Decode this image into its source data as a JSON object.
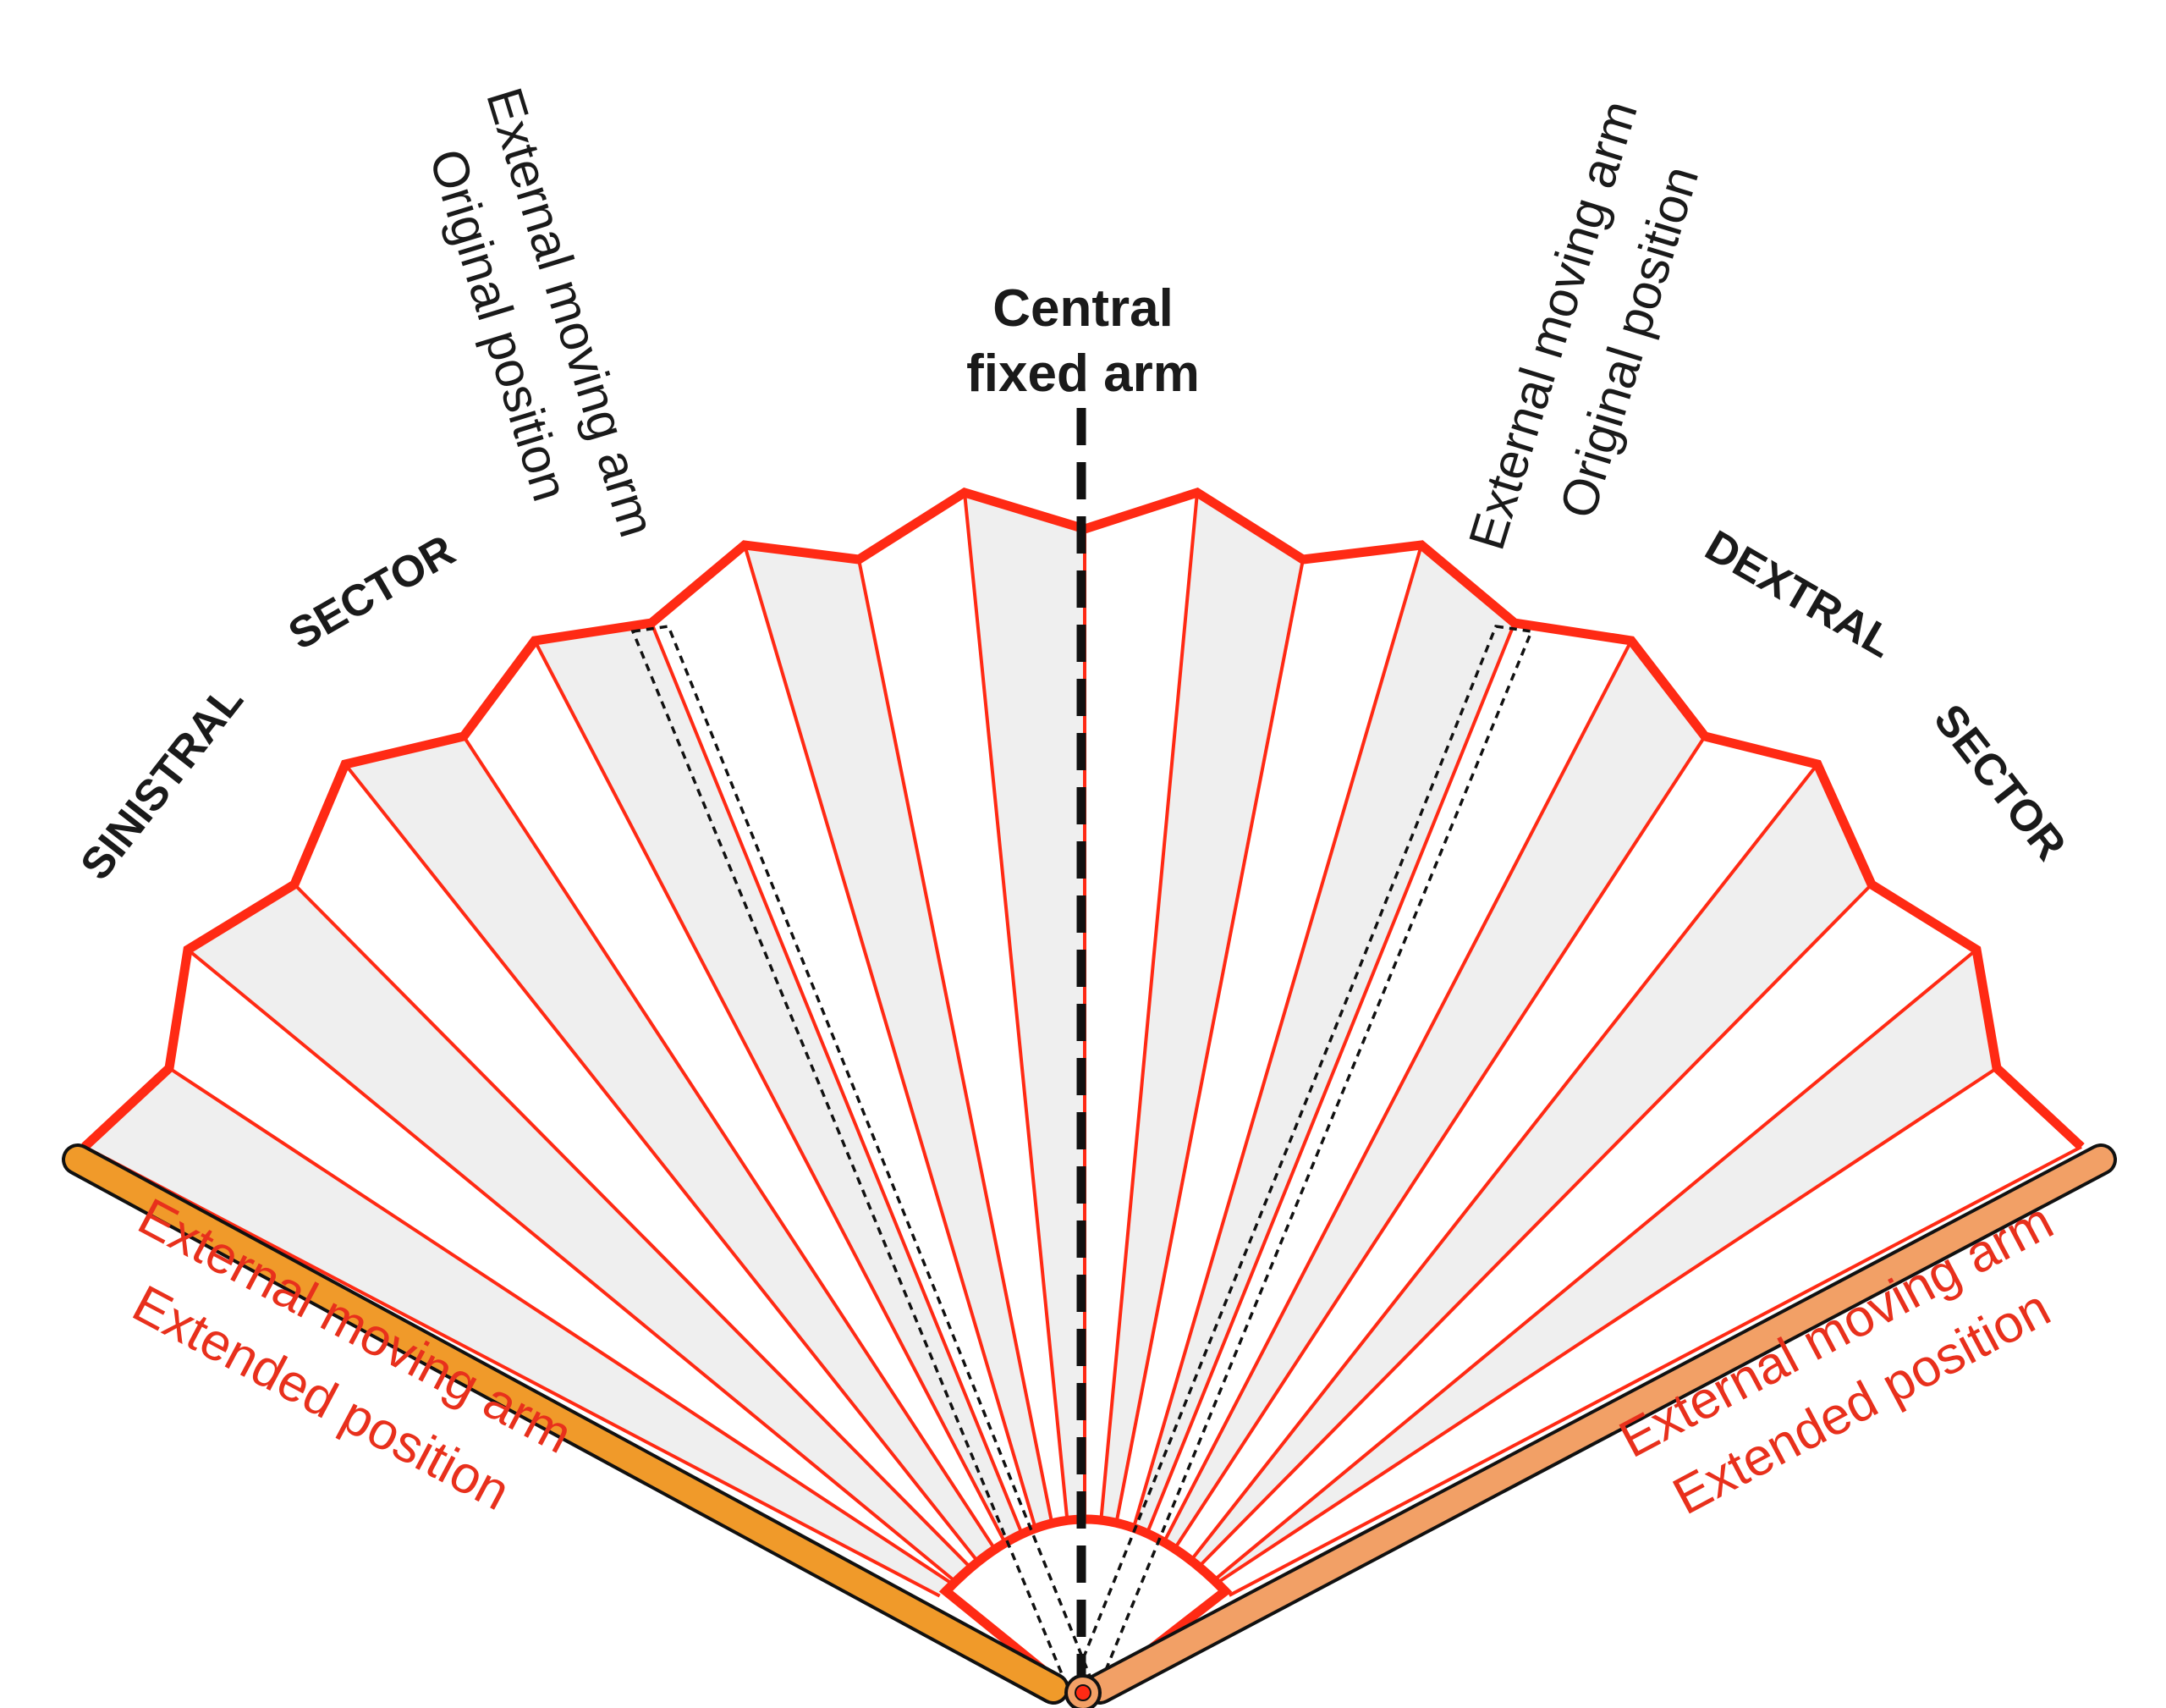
{
  "labels": {
    "central_line1": "Central",
    "central_line2": "fixed arm",
    "sinistral_word1": "SINISTRAL",
    "sinistral_word2": "SECTOR",
    "dextral_word1": "DEXTRAL",
    "dextral_word2": "SECTOR",
    "left_original_line1": "External moving arm",
    "left_original_line2": "Original position",
    "right_original_line1": "External moving arm",
    "right_original_line2": "Original position",
    "left_extended_line1": "External moving arm",
    "left_extended_line2": "Extended position",
    "right_extended_line1": "External moving arm",
    "right_extended_line2": "Extended position"
  },
  "colors": {
    "pleat_red": "#ff2a14",
    "panel_gray": "#efefef",
    "left_arm_orange": "#f09a2a",
    "right_arm_orange": "#f2a066",
    "red_label": "#e8301c",
    "dark": "#111111"
  }
}
